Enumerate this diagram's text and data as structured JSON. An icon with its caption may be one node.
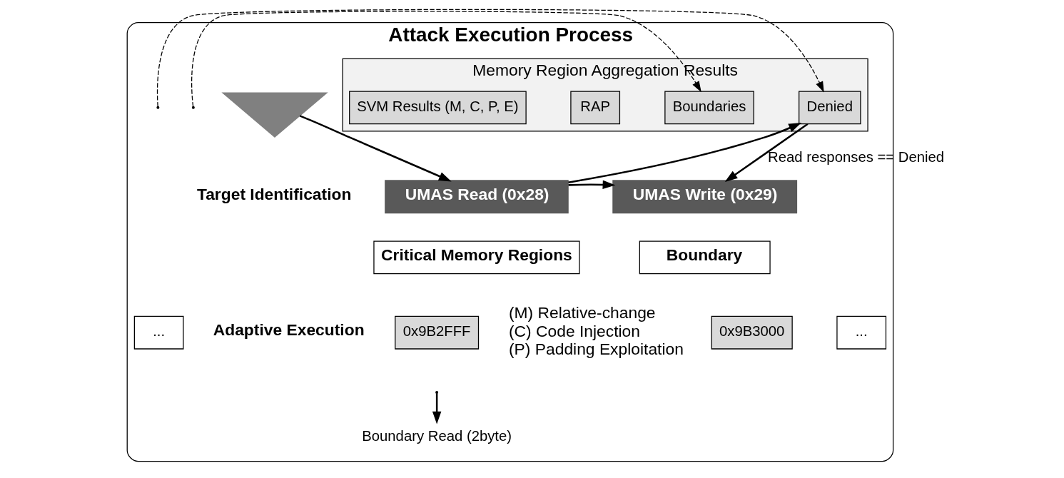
{
  "diagram": {
    "nodes": [
      {
        "text": [
          "Attack Execution Process"
        ]
      },
      {
        "text": [
          "Memory Region Aggregation Results"
        ],
        "in": 0
      },
      {
        "text": [
          "SVM Results (M, C, P, E)"
        ],
        "in": 1
      },
      {
        "text": [
          "RAP"
        ],
        "in": 1
      },
      {
        "text": [
          "Boundaries"
        ],
        "in": 1
      },
      {
        "text": [
          "Denied"
        ],
        "in": 1
      },
      {
        "text": [],
        "shape": "triangle",
        "in": 0,
        "beside": [
          "Target Identification"
        ]
      },
      {
        "text": [
          "UMAS Read (0x28)"
        ],
        "in": 0
      },
      {
        "text": [
          "UMAS Write (0x29)"
        ],
        "in": 0
      },
      {
        "text": [
          "Critical Memory Regions"
        ],
        "in": 0,
        "beside": [
          "(M) Relative-change",
          "(C) Code Injection",
          "(P) Padding Exploitation"
        ]
      },
      {
        "text": [
          "Boundary"
        ],
        "in": 0
      },
      {
        "text": [
          "..."
        ],
        "in": 0
      },
      {
        "text": [
          "0x9B2FFF"
        ],
        "in": 0
      },
      {
        "text": [
          "0x9B3000"
        ],
        "in": 0
      },
      {
        "text": [
          "..."
        ],
        "in": 0
      },
      {
        "text": [
          "Boundary Read (2byte)"
        ],
        "in": 0
      }
    ],
    "edges": [
      {
        "from": null,
        "to": 4,
        "arrow": "to",
        "style": "dashed"
      },
      {
        "from": null,
        "to": 5,
        "arrow": "to",
        "style": "dashed"
      },
      {
        "from": 6,
        "to": 7,
        "arrow": "to"
      },
      {
        "from": 7,
        "to": 8,
        "arrow": "to"
      },
      {
        "from": 7,
        "to": 5,
        "arrow": "to"
      },
      {
        "from": 5,
        "to": 8,
        "arrow": "to",
        "label": "Read responses == Denied"
      },
      {
        "from": null,
        "to": 15,
        "arrow": "to"
      }
    ],
    "labels": [
      "Adaptive Execution"
    ]
  }
}
